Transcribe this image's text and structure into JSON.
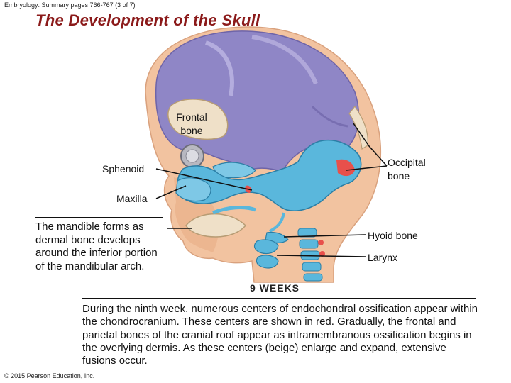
{
  "header": {
    "breadcrumb": "Embryology: Summary pages 766-767 (3 of 7)",
    "title": "The Development of the Skull"
  },
  "figure": {
    "labels": {
      "frontal_line1": "Frontal",
      "frontal_line2": "bone",
      "occipital_line1": "Occipital",
      "occipital_line2": "bone",
      "sphenoid": "Sphenoid",
      "maxilla": "Maxilla",
      "hyoid": "Hyoid bone",
      "larynx": "Larynx",
      "age": "9 WEEKS"
    },
    "colors": {
      "cartilage": "#5ab7dc",
      "ossification": "#e8504b",
      "dermal_bone": "#efe0c8",
      "brain": "#8f86c6",
      "skin": "#f2c3a0"
    }
  },
  "captions": {
    "mandible": "The mandible forms as dermal bone develops around the inferior portion of the mandibular arch.",
    "description": "During the ninth week, numerous centers of endochondral ossification appear within the chondrocranium. These centers are shown in red. Gradually, the frontal and parietal bones of the cranial roof appear as intramembranous ossification begins in the overlying dermis. As these centers (beige) enlarge and expand, extensive fusions occur."
  },
  "footer": {
    "copyright": "© 2015 Pearson Education, Inc."
  }
}
